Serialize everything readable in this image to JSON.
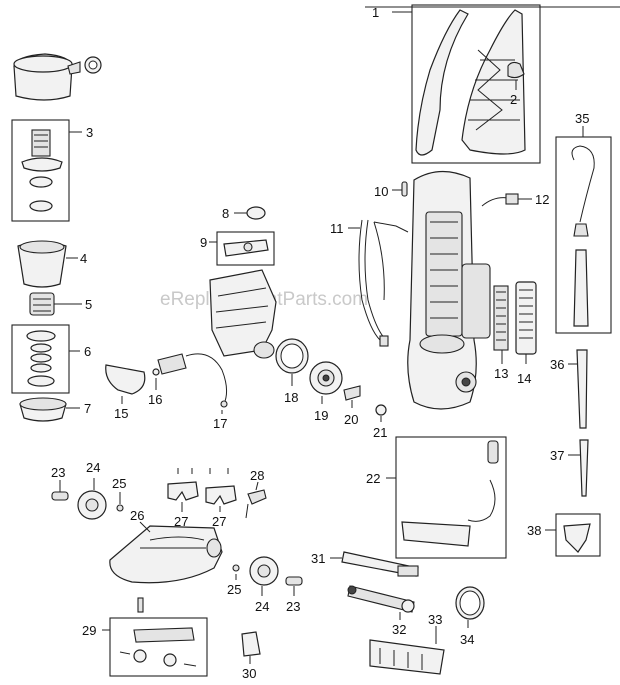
{
  "watermark": "eReplacementParts.com",
  "callouts": {
    "c1": "1",
    "c2": "2",
    "c3": "3",
    "c4": "4",
    "c5": "5",
    "c6": "6",
    "c7": "7",
    "c8": "8",
    "c9": "9",
    "c10": "10",
    "c11": "11",
    "c12": "12",
    "c13": "13",
    "c14": "14",
    "c15": "15",
    "c16": "16",
    "c17": "17",
    "c18": "18",
    "c19": "19",
    "c20": "20",
    "c21": "21",
    "c22": "22",
    "c23a": "23",
    "c23b": "23",
    "c24a": "24",
    "c24b": "24",
    "c25a": "25",
    "c25b": "25",
    "c26": "26",
    "c27a": "27",
    "c27b": "27",
    "c28": "28",
    "c29": "29",
    "c30": "30",
    "c31": "31",
    "c32": "32",
    "c33": "33",
    "c34": "34",
    "c35": "35",
    "c36": "36",
    "c37": "37",
    "c38": "38"
  }
}
